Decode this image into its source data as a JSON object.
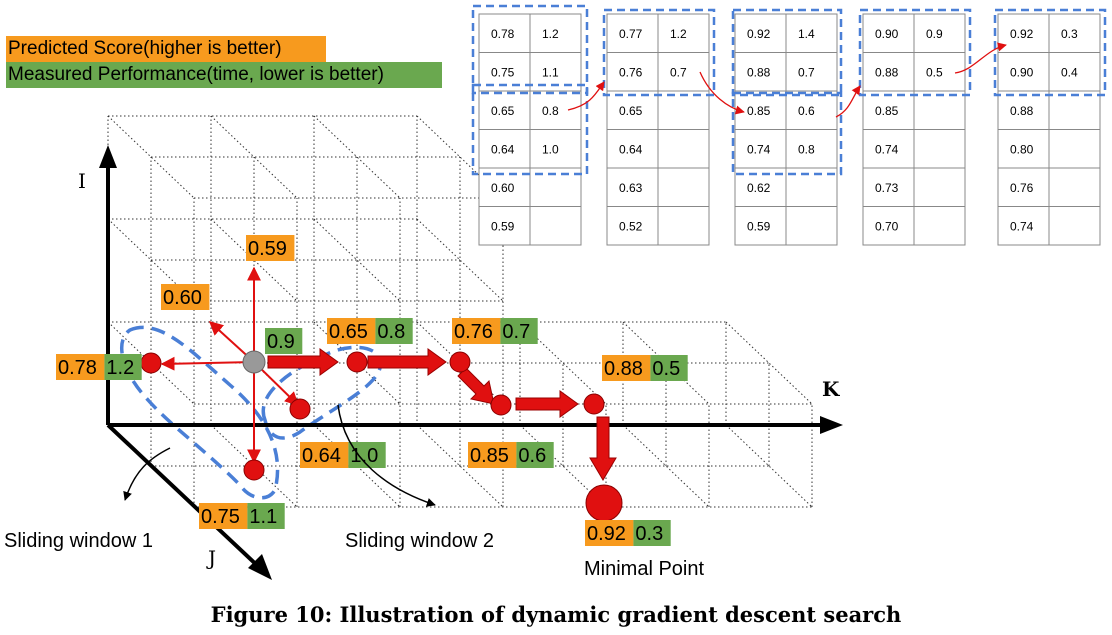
{
  "legend": {
    "score": "Predicted Score(higher is better)",
    "perf": "Measured Performance(time, lower is better)"
  },
  "colors": {
    "score": "#f79a1e",
    "perf": "#6aa84f",
    "arrow": "#e01010",
    "node": "#e01010",
    "window": "#4a7fd6",
    "grid": "#333333"
  },
  "axes": {
    "i": "I",
    "j": "J",
    "k": "K"
  },
  "nodes": {
    "center": {
      "perf": "0.9"
    },
    "left": {
      "score": "0.78",
      "perf": "1.2"
    },
    "up": {
      "score": "0.59"
    },
    "upleft": {
      "score": "0.60"
    },
    "k1": {
      "score": "0.65",
      "perf": "0.8"
    },
    "diag": {
      "score": "0.64",
      "perf": "1.0"
    },
    "down": {
      "score": "0.75",
      "perf": "1.1"
    },
    "k2": {
      "score": "0.76",
      "perf": "0.7"
    },
    "k3": {
      "score": "0.85",
      "perf": "0.6"
    },
    "k4": {
      "score": "0.88",
      "perf": "0.5"
    },
    "min": {
      "score": "0.92",
      "perf": "0.3"
    }
  },
  "labels": {
    "window1": "Sliding window 1",
    "window2": "Sliding window 2",
    "minimal": "Minimal Point"
  },
  "tables": [
    {
      "rows": [
        [
          "0.78",
          "1.2"
        ],
        [
          "0.75",
          "1.1"
        ],
        [
          "0.65",
          "0.8"
        ],
        [
          "0.64",
          "1.0"
        ],
        [
          "0.60",
          ""
        ],
        [
          "0.59",
          ""
        ]
      ]
    },
    {
      "rows": [
        [
          "0.77",
          "1.2"
        ],
        [
          "0.76",
          "0.7"
        ],
        [
          "0.65",
          ""
        ],
        [
          "0.64",
          ""
        ],
        [
          "0.63",
          ""
        ],
        [
          "0.52",
          ""
        ]
      ]
    },
    {
      "rows": [
        [
          "0.92",
          "1.4"
        ],
        [
          "0.88",
          "0.7"
        ],
        [
          "0.85",
          "0.6"
        ],
        [
          "0.74",
          "0.8"
        ],
        [
          "0.62",
          ""
        ],
        [
          "0.59",
          ""
        ]
      ]
    },
    {
      "rows": [
        [
          "0.90",
          "0.9"
        ],
        [
          "0.88",
          "0.5"
        ],
        [
          "0.85",
          ""
        ],
        [
          "0.74",
          ""
        ],
        [
          "0.73",
          ""
        ],
        [
          "0.70",
          ""
        ]
      ]
    },
    {
      "rows": [
        [
          "0.92",
          "0.3"
        ],
        [
          "0.90",
          "0.4"
        ],
        [
          "0.88",
          ""
        ],
        [
          "0.80",
          ""
        ],
        [
          "0.76",
          ""
        ],
        [
          "0.74",
          ""
        ]
      ]
    }
  ],
  "caption": "Figure 10: Illustration of dynamic gradient descent search"
}
